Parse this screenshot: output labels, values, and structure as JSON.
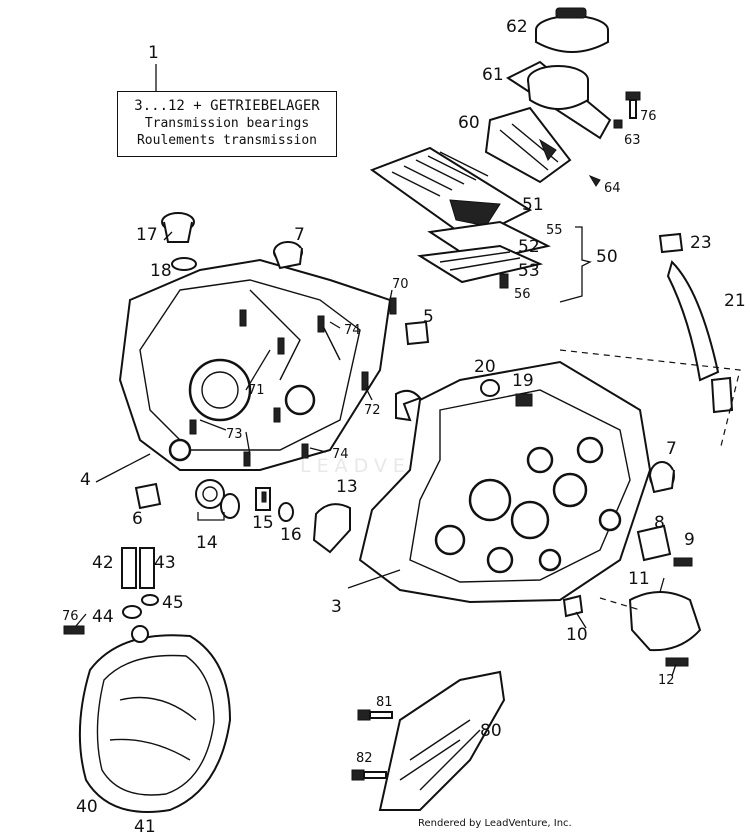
{
  "note": {
    "line1": "3...12 + GETRIEBELAGER",
    "line2": "Transmission bearings",
    "line3": "Roulements transmission"
  },
  "callouts": {
    "c1": "1",
    "c3": "3",
    "c4": "4",
    "c5": "5",
    "c6": "6",
    "c7a": "7",
    "c7b": "7",
    "c8": "8",
    "c9": "9",
    "c10": "10",
    "c11": "11",
    "c12": "12",
    "c13": "13",
    "c14": "14",
    "c15": "15",
    "c16": "16",
    "c17": "17",
    "c18": "18",
    "c19": "19",
    "c20": "20",
    "c21": "21",
    "c23": "23",
    "c40": "40",
    "c41": "41",
    "c42": "42",
    "c43": "43",
    "c44": "44",
    "c45": "45",
    "c50": "50",
    "c51": "51",
    "c52": "52",
    "c53": "53",
    "c55": "55",
    "c56": "56",
    "c60": "60",
    "c61": "61",
    "c62": "62",
    "c63": "63",
    "c64": "64",
    "c70": "70",
    "c71": "71",
    "c72": "72",
    "c73": "73",
    "c74a": "74",
    "c74b": "74",
    "c76a": "76",
    "c76b": "76",
    "c80": "80",
    "c81": "81",
    "c82": "82"
  },
  "watermark": "LEADVENTURE",
  "footer": "Rendered by LeadVenture, Inc."
}
